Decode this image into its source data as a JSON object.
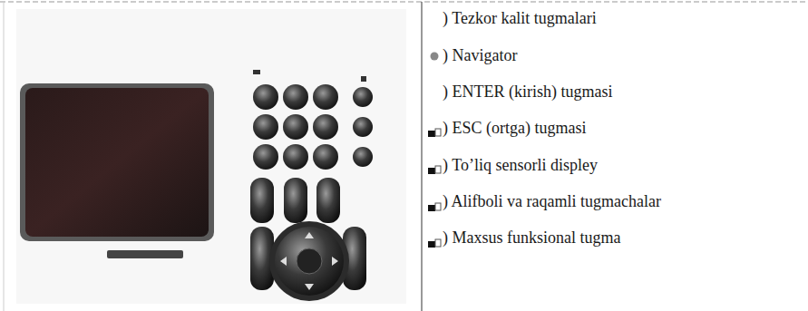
{
  "diagram": {
    "labels": [
      ") Tezkor kalit tugmalari",
      ") Navigator",
      ") ENTER (kirish) tugmasi",
      ") ESC (ortga) tugmasi",
      ") To’liq sensorli displey",
      ") Alifboli va raqamli tugmachalar",
      ") Maxsus funksional tugma"
    ]
  }
}
